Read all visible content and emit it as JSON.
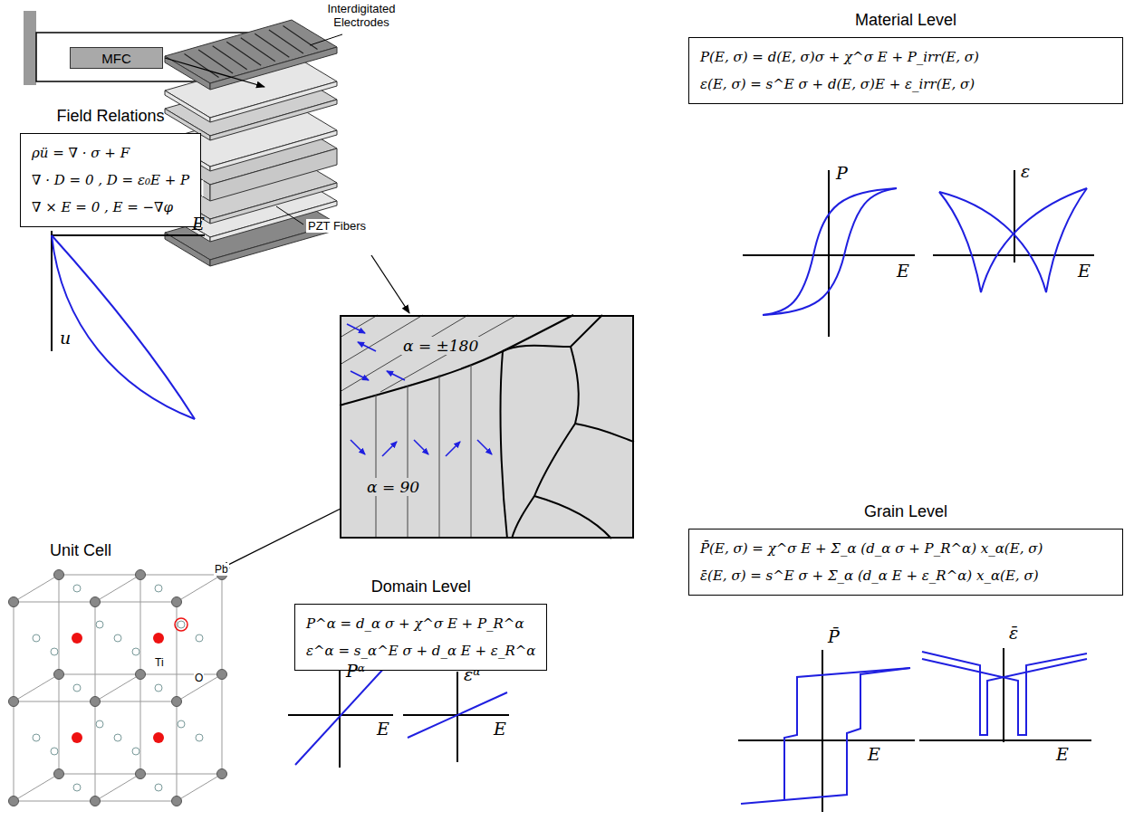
{
  "diagram": {
    "nodes": [
      {
        "text": [
          "MFC"
        ]
      },
      {
        "text": [
          "Field Relations",
          "ρü = ∇ · σ + F",
          "∇ · D = 0 , D = ε₀E + P",
          "∇ × E = 0 , E = −∇φ"
        ]
      },
      {
        "text": [
          "Material Level",
          "P(E, σ) = d(E, σ)σ + χ^σ E + P_irr(E, σ)",
          "ε(E, σ) = s^E σ + d(E, σ)E + ε_irr(E, σ)"
        ]
      },
      {
        "text": [
          "α = ±180",
          "α = 90"
        ]
      },
      {
        "text": [
          "Grain Level",
          "P̄(E, σ) = χ^σ E + Σ_α (d_α σ + P_R^α) x_α(E, σ)",
          "ε̄(E, σ) = s^E σ + Σ_α (d_α E + ε_R^α) x_α(E, σ)"
        ]
      },
      {
        "text": [
          "Domain Level",
          "P^α = d_α σ + χ^σ E + P_R^α",
          "ε^α = s_α^E σ + d_α E + ε_R^α"
        ]
      }
    ],
    "labels": [
      "Interdigitated Electrodes",
      "PZT Fibers",
      "E",
      "u",
      "P",
      "E",
      "ε",
      "E",
      "Unit Cell",
      "Pb",
      "Ti",
      "O",
      "Pᵅ",
      "E",
      "εᵅ",
      "E",
      "P̄",
      "E",
      "ε̄",
      "E"
    ]
  }
}
